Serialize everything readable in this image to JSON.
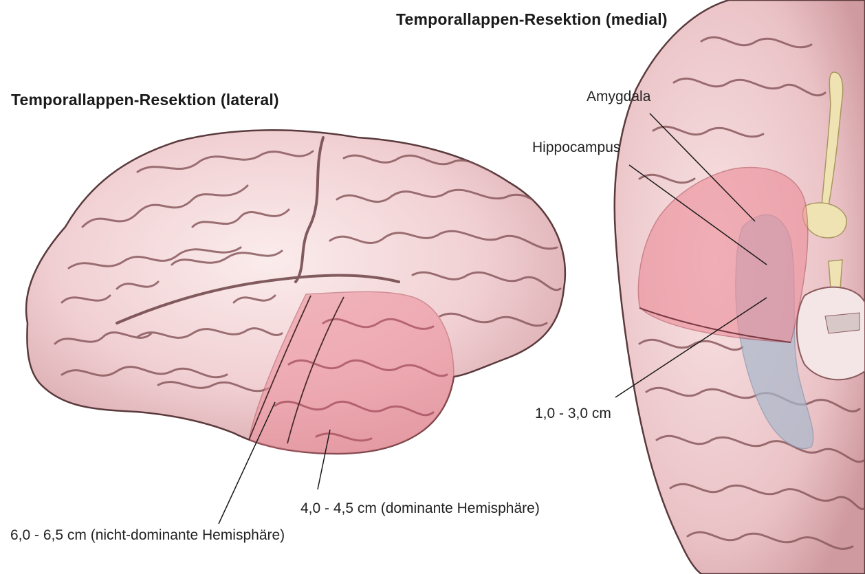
{
  "titles": {
    "lateral": "Temporallappen-Resektion (lateral)",
    "medial": "Temporallappen-Resektion (medial)"
  },
  "labels": {
    "amygdala": "Amygdala",
    "hippocampus": "Hippocampus",
    "medial_resection": "1,0 - 3,0 cm",
    "dominant": "4,0 - 4,5 cm (dominante Hemisphäre)",
    "non_dominant": "6,0 - 6,5 cm (nicht-dominante Hemisphäre)"
  },
  "colors": {
    "brain_fill": "#f1d4d6",
    "brain_outline": "#5a3a3c",
    "gyri_line": "#8a5a5e",
    "resection_fill": "#ec8c98",
    "hippocampus_fill": "#a9b8cc",
    "nerve_fill": "#efe3b4",
    "leader_line": "#1a1a1a"
  }
}
